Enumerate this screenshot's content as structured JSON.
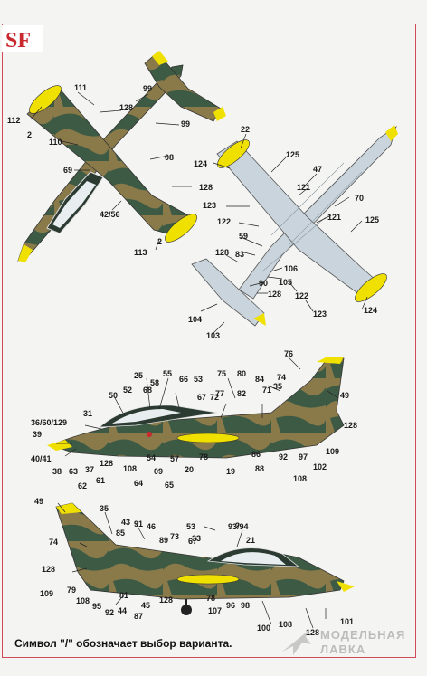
{
  "logo": {
    "text": "SF"
  },
  "caption": "Символ \"/\" обозначает выбор варианта.",
  "watermark": {
    "line1": "МОДЕЛЬНАЯ",
    "line2": "ЛАВКА"
  },
  "colors": {
    "frame": "#d24a57",
    "camo_tan": "#8a7a4a",
    "camo_green": "#3d5a45",
    "yellow": "#f0e000",
    "light_grey": "#c9d4dc",
    "canopy": "#2b3b32"
  },
  "top_view_labels": [
    "111",
    "112",
    "128",
    "99",
    "99",
    "110",
    "08",
    "69",
    "128",
    "42/56",
    "113",
    "2",
    "2"
  ],
  "bottom_view_labels": [
    "22",
    "124",
    "125",
    "47",
    "121",
    "70",
    "123",
    "121",
    "122",
    "125",
    "59",
    "128",
    "83",
    "106",
    "90",
    "105",
    "104",
    "128",
    "122",
    "123",
    "124",
    "103"
  ],
  "side_view_1_labels": [
    "76",
    "75",
    "74",
    "80",
    "84",
    "71",
    "35",
    "55",
    "66",
    "53",
    "25",
    "58",
    "77",
    "82",
    "49",
    "52",
    "68",
    "67",
    "72",
    "50",
    "31",
    "36/60/129",
    "128",
    "39",
    "40/41",
    "128",
    "38",
    "63",
    "37",
    "61",
    "62",
    "108",
    "54",
    "57",
    "09",
    "64",
    "65",
    "20",
    "78",
    "86",
    "88",
    "92",
    "97",
    "109",
    "102",
    "108",
    "19"
  ],
  "side_view_2_labels": [
    "49",
    "35",
    "43",
    "91",
    "46",
    "53",
    "93/94",
    "85",
    "89",
    "73",
    "21",
    "74",
    "33",
    "67",
    "128",
    "109",
    "79",
    "108",
    "81",
    "95",
    "92",
    "44",
    "45",
    "87",
    "128",
    "78",
    "107",
    "96",
    "98",
    "100",
    "108",
    "128",
    "101",
    "2"
  ]
}
